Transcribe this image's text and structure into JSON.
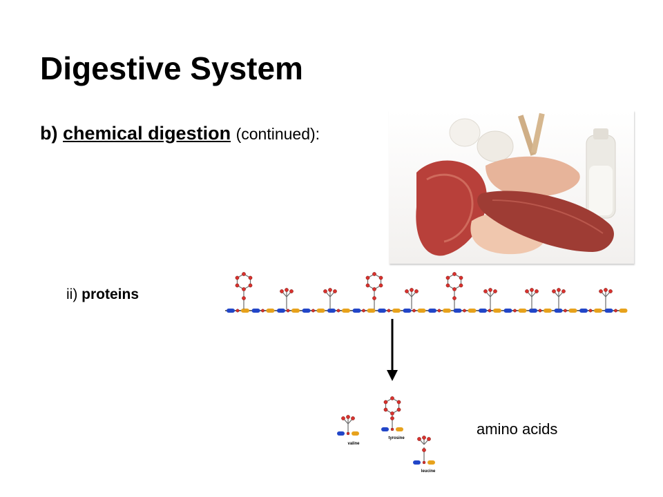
{
  "slide": {
    "title": "Digestive System",
    "heading": {
      "letter": "b)",
      "term": "chemical digestion",
      "note": "(continued):"
    },
    "subpoint": {
      "numeral": "ii)",
      "label": "proteins"
    },
    "amino_acids_caption": "amino acids",
    "amino_acid_names": [
      "valine",
      "tyrosine",
      "leucine"
    ]
  },
  "colors": {
    "oxygen": "#d8322e",
    "backbone_blue": "#2246c8",
    "backbone_orange": "#e7a21c",
    "bond": "#6b6b6b"
  }
}
